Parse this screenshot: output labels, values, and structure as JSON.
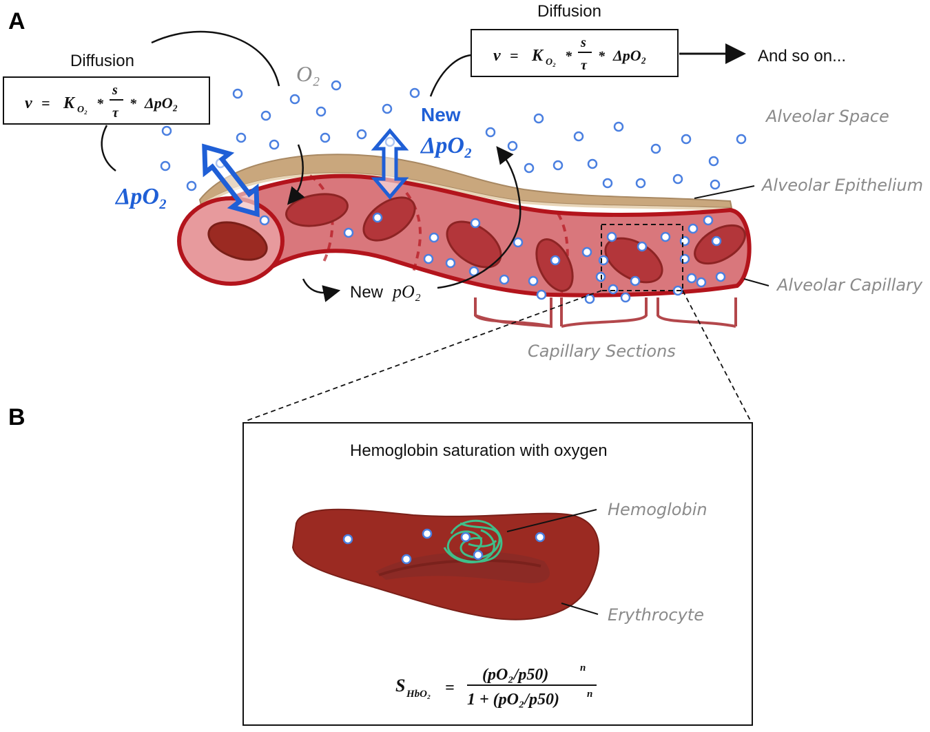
{
  "panels": {
    "a": "A",
    "b": "B"
  },
  "top": {
    "left_diffusion_label": "Diffusion",
    "right_diffusion_label": "Diffusion",
    "and_so_on": "And so on...",
    "o2_label": "O₂",
    "delta_po2": "ΔpO₂",
    "new_label": "New",
    "new_delta_po2": "ΔpO₂",
    "new_po2_prefix": "New",
    "new_po2_value": "pO₂"
  },
  "equations": {
    "diffusion": {
      "lhs": "ν",
      "eq": "=",
      "k": "K",
      "k_sub": "O₂",
      "times": "*",
      "frac_num": "s",
      "frac_den": "τ",
      "delta": "ΔpO₂"
    },
    "saturation": {
      "lhs": "S",
      "lhs_sub": "HbO₂",
      "eq": "=",
      "numerator": "(pO₂/p50)",
      "numerator_exp": "n",
      "denominator": "1 + (pO₂/p50)",
      "denominator_exp": "n"
    }
  },
  "labels": {
    "alveolar_space": "Alveolar Space",
    "alveolar_epithelium": "Alveolar Epithelium",
    "alveolar_capillary": "Alveolar Capillary",
    "capillary_sections": "Capillary Sections",
    "hemoglobin": "Hemoglobin",
    "erythrocyte": "Erythrocyte"
  },
  "panel_b": {
    "title": "Hemoglobin saturation with oxygen"
  },
  "colors": {
    "oxygen": "#4a7fe0",
    "diffusion_arrow": "#1f5fd6",
    "capillary_fill": "#d9777c",
    "capillary_stroke": "#b3141c",
    "erythrocyte": "#9b2a22",
    "epithelium": "#c9a77d",
    "hemoglobin": "#3fbf8a",
    "label_gray": "#8a8a8a"
  }
}
